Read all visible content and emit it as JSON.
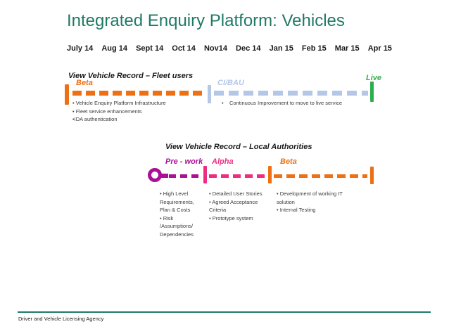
{
  "slide": {
    "title": "Integrated Enquiry Platform: Vehicles",
    "footer": "Driver and Vehicle Licensing Agency"
  },
  "timeline_months": [
    "July 14",
    "Aug 14",
    "Sept 14",
    "Oct 14",
    "Nov14",
    "Dec 14",
    "Jan 15",
    "Feb 15",
    "Mar 15",
    "Apr 15"
  ],
  "fleet": {
    "heading": "View Vehicle Record – Fleet users",
    "beta": {
      "label": "Beta",
      "color": "#ed7014",
      "bullets": [
        "• Vehicle Enquiry Platform Infrastructure",
        "• Fleet service enhancements",
        "•IDA authentication"
      ]
    },
    "ci_bau": {
      "label": "CI/BAU",
      "color": "#b4c7e7",
      "bullets": [
        "•    Continuous Improvement to move to live service"
      ]
    },
    "live": {
      "label": "Live",
      "color": "#2eaf4d"
    }
  },
  "local_authorities": {
    "heading": "View Vehicle Record – Local Authorities",
    "pre_work": {
      "label": "Pre - work",
      "color": "#aa1096",
      "bullets": [
        "• High Level Requirements, Plan & Costs",
        "• Risk /Assumptions/ Dependencies"
      ]
    },
    "alpha": {
      "label": "Alpha",
      "color": "#ee2c80",
      "bullets": [
        "• Detailed User Stories",
        "• Agreed Acceptance Criteria",
        "• Prototype system"
      ]
    },
    "beta": {
      "label": "Beta",
      "color": "#ed7014",
      "bullets": [
        "• Development of working IT solution",
        "• Internal Testing"
      ]
    }
  },
  "theme_colors": {
    "title_teal": "#1f7a66",
    "footer_line_teal": "#1e7b6b",
    "orange": "#ed7014",
    "light_blue": "#b4c7e7",
    "green": "#2eaf4d",
    "magenta": "#aa1096",
    "pink": "#ee2c80"
  }
}
